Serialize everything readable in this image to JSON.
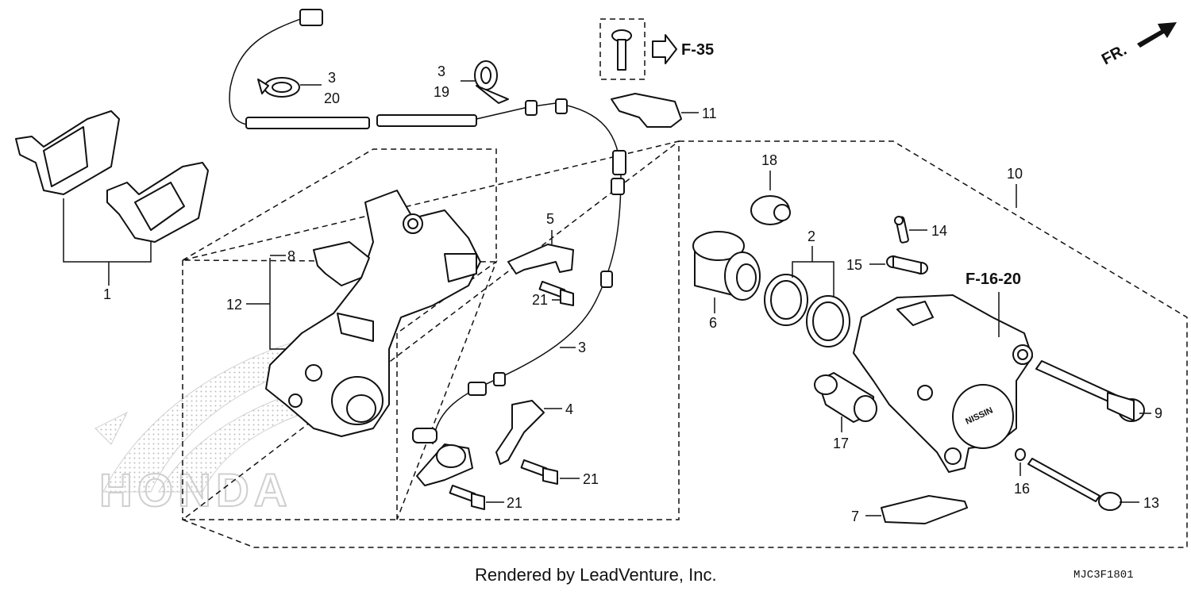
{
  "watermark": {
    "text": "HONDA"
  },
  "direction_marker": {
    "text": "FR."
  },
  "references": {
    "f35": "F-35",
    "f1620": "F-16-20"
  },
  "callouts": {
    "c1": "1",
    "c2": "2",
    "c3a": "3",
    "c3b": "3",
    "c3c": "3",
    "c4": "4",
    "c5": "5",
    "c6": "6",
    "c7": "7",
    "c8": "8",
    "c9": "9",
    "c10": "10",
    "c11": "11",
    "c12": "12",
    "c13": "13",
    "c14": "14",
    "c15": "15",
    "c16": "16",
    "c17": "17",
    "c18": "18",
    "c19": "19",
    "c20": "20",
    "c21a": "21",
    "c21b": "21",
    "c21c": "21"
  },
  "footer": {
    "credit": "Rendered by LeadVenture, Inc.",
    "code": "MJC3F1801"
  }
}
